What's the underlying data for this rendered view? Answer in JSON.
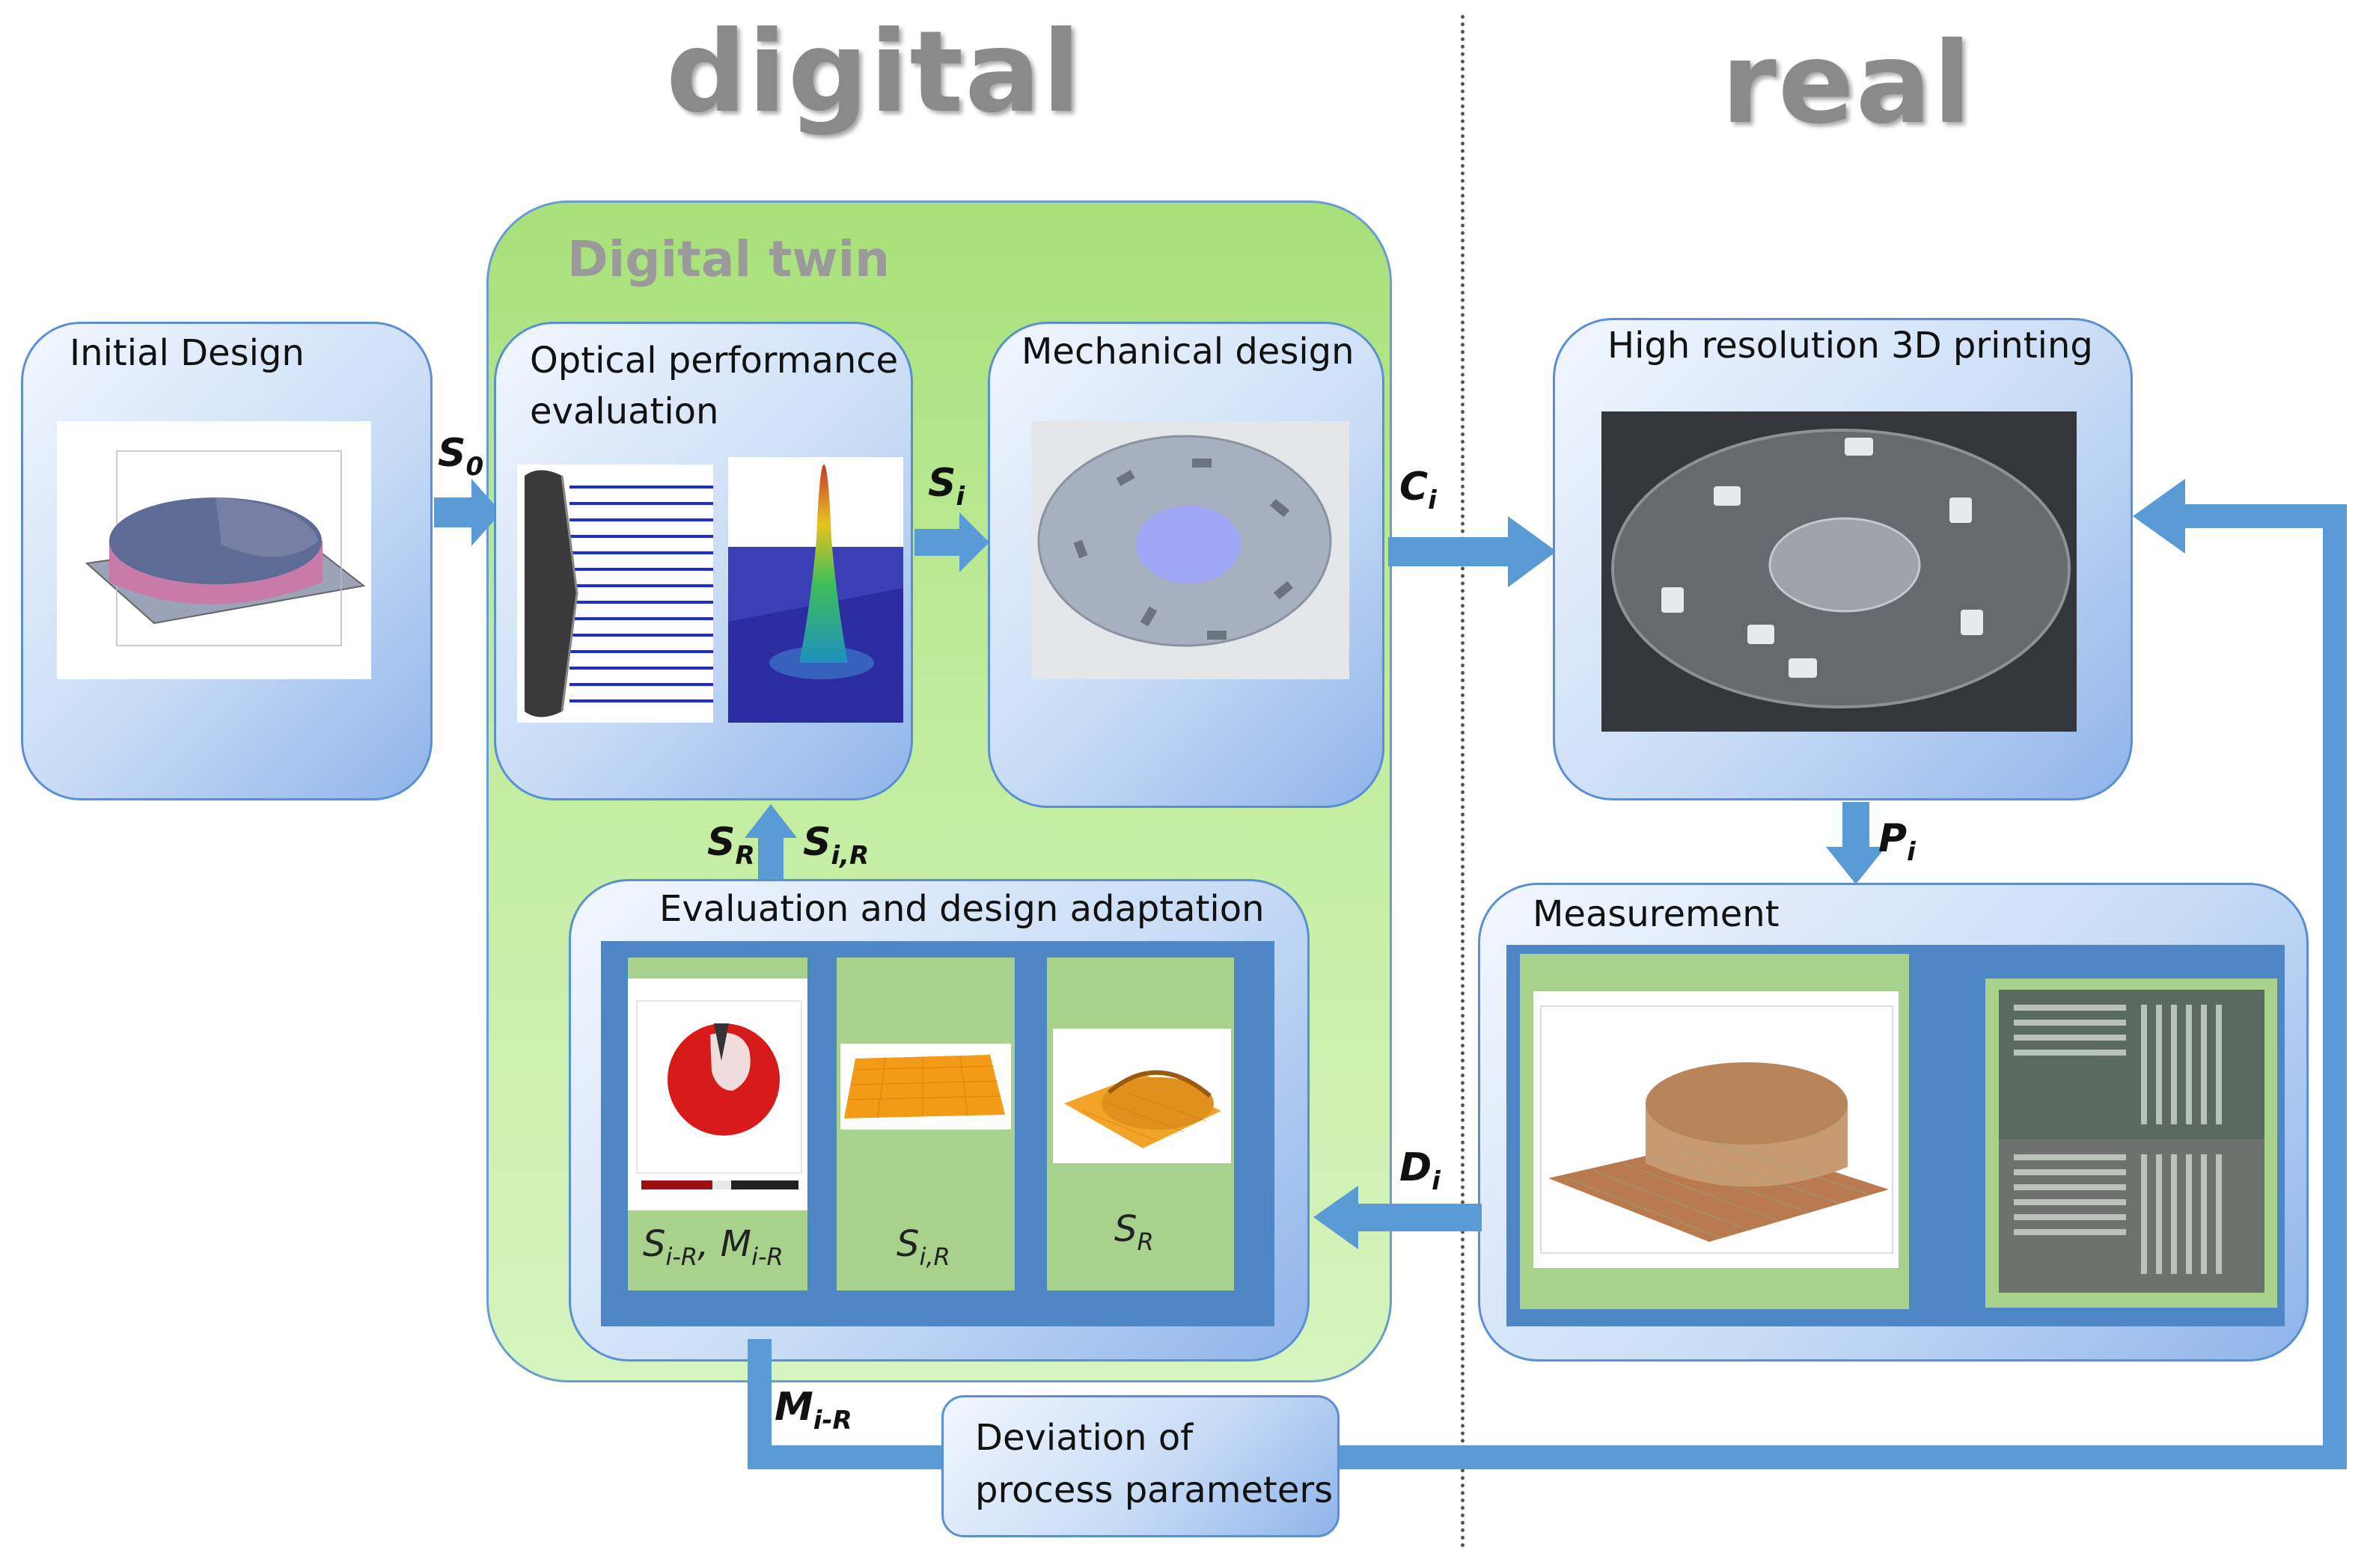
{
  "headings": {
    "digital": "digital",
    "real": "real"
  },
  "digital_twin_title": "Digital twin",
  "boxes": {
    "initial_design": "Initial Design",
    "optical_line1": "Optical performance",
    "optical_line2": "evaluation",
    "mechanical": "Mechanical design",
    "printing": "High resolution 3D printing",
    "measurement": "Measurement",
    "evaluation": "Evaluation and design adaptation",
    "deviation_line1": "Deviation of",
    "deviation_line2": "process parameters"
  },
  "labels": {
    "S0": {
      "main": "S",
      "sub": "0"
    },
    "Si": {
      "main": "S",
      "sub": "i"
    },
    "Ci": {
      "main": "C",
      "sub": "i"
    },
    "Pi": {
      "main": "P",
      "sub": "i"
    },
    "Di": {
      "main": "D",
      "sub": "i"
    },
    "SR": {
      "main": "S",
      "sub": "R"
    },
    "SiR": {
      "main": "S",
      "sub": "i,R"
    },
    "MiR": {
      "main": "M",
      "sub": "i-R"
    }
  },
  "panel_labels": {
    "p1_a_main": "S",
    "p1_a_sub": "i-R",
    "p1_sep": ",",
    "p1_b_main": "M",
    "p1_b_sub": "i-R",
    "p2_main": "S",
    "p2_sub": "i,R",
    "p3_main": "S",
    "p3_sub": "R"
  },
  "colors": {
    "arrow": "#5b9bd5",
    "box_border": "#5b8fd4",
    "twin_fill": "#c2ec9e",
    "panel_dark": "#4f86c6",
    "panel_green": "#a9d18e"
  }
}
